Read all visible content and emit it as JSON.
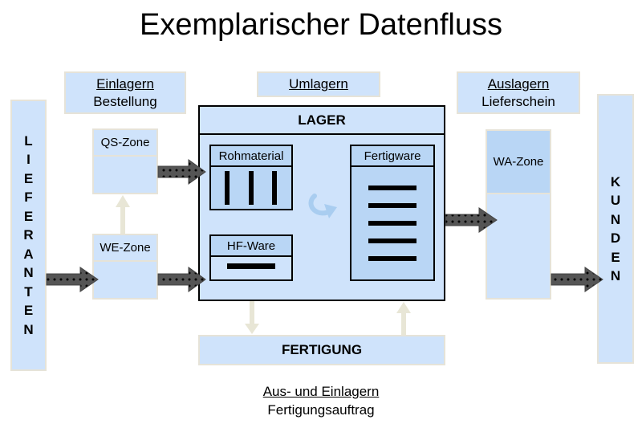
{
  "title": "Exemplarischer Datenfluss",
  "einlagern": {
    "title": "Einlagern",
    "subtitle": "Bestellung"
  },
  "umlagern": {
    "title": "Umlagern"
  },
  "auslagern": {
    "title": "Auslagern",
    "subtitle": "Lieferschein"
  },
  "lieferanten": {
    "letters": [
      "L",
      "I",
      "E",
      "F",
      "E",
      "R",
      "A",
      "N",
      "T",
      "E",
      "N"
    ]
  },
  "kunden": {
    "letters": [
      "K",
      "U",
      "N",
      "D",
      "E",
      "N"
    ]
  },
  "qs_zone": {
    "label": "QS-Zone"
  },
  "we_zone": {
    "label": "WE-Zone"
  },
  "wa_zone": {
    "label": "WA-Zone"
  },
  "lager": {
    "title": "LAGER",
    "rohmaterial": "Rohmaterial",
    "hf_ware": "HF-Ware",
    "fertigware": "Fertigware"
  },
  "fertigung": {
    "label": "FERTIGUNG"
  },
  "bottom": {
    "title": "Aus- und Einlagern",
    "subtitle": "Fertigungsauftrag"
  },
  "colors": {
    "light_blue": "#cfe3fb",
    "mid_blue": "#b9d6f5",
    "arrow_gray": "#555555",
    "light_arrow": "#e8e6d6"
  }
}
